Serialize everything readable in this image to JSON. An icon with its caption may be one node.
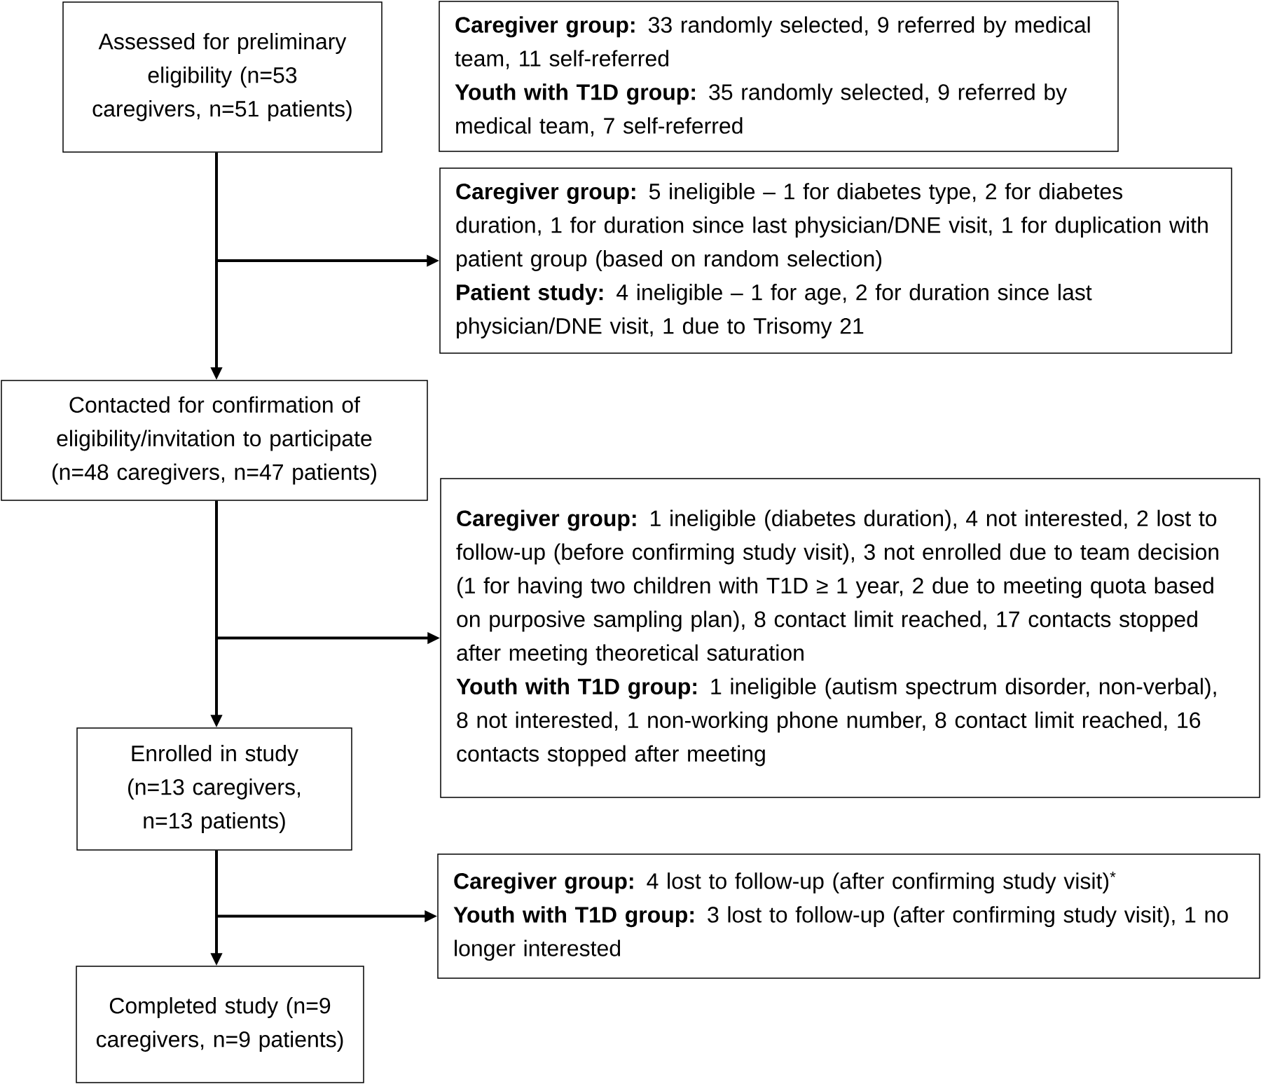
{
  "diagram": {
    "nodes": [
      {
        "text": [
          "Assessed for preliminary eligibility (n=53 caregivers, n=51 patients)"
        ]
      },
      {
        "text": [
          "**Caregiver group:** 33 randomly selected, 9 referred by medical team, 11 self-referred",
          "**Youth with T1D group:** 35 randomly selected, 9 referred by medical team, 7 self-referred"
        ]
      },
      {
        "text": [
          "**Caregiver group:** 5 ineligible – 1 for diabetes type, 2 for diabetes duration, 1 for duration since last physician/DNE visit, 1 for duplication with patient group (based  on random selection)",
          "**Patient study:** 4 ineligible – 1 for age, 2 for duration since last physician/DNE visit, 1 due to Trisomy 21"
        ]
      },
      {
        "text": [
          "Contacted for confirmation of eligibility/invitation to participate (n=48 caregivers, n=47 patients)"
        ]
      },
      {
        "text": [
          "**Caregiver group:** 1 ineligible (diabetes duration), 4 not interested, 2 lost to follow-up (before confirming study visit), 3 not enrolled due to team decision (1 for having two children with T1D ≥ 1 year, 2 due to meeting quota based on purposive sampling plan), 8 contact limit reached, 17 contacts stopped after meeting theoretical saturation",
          "**Youth with T1D group:** 1 ineligible (autism spectrum disorder, non-verbal), 8 not interested, 1 non-working phone number, 8 contact limit reached, 16 contacts stopped after meeting"
        ]
      },
      {
        "text": [
          "Enrolled in study (n=13 caregivers, n=13 patients)"
        ]
      },
      {
        "text": [
          "**Caregiver group:** 4 lost to follow-up (after confirming study visit)$^{*}$",
          "**Youth with T1D group:** 3 lost to follow-up (after confirming study visit), 1 no longer interested"
        ]
      },
      {
        "text": [
          "Completed study (n=9 caregivers, n=9 patients)"
        ]
      }
    ],
    "edges": [
      {
        "from": 0,
        "to": 3,
        "arrow": "to"
      },
      {
        "from": 0,
        "to": 2,
        "arrow": "to"
      },
      {
        "from": 3,
        "to": 5,
        "arrow": "to"
      },
      {
        "from": 3,
        "to": 4,
        "arrow": "to"
      },
      {
        "from": 5,
        "to": 7,
        "arrow": "to"
      },
      {
        "from": 5,
        "to": 6,
        "arrow": "to"
      }
    ]
  }
}
